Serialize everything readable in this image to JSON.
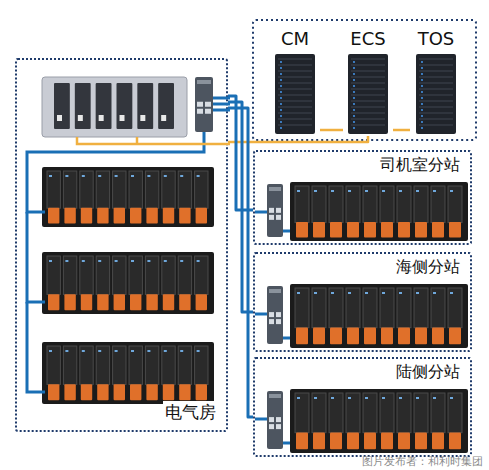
{
  "diagram": {
    "nodes": [
      {
        "text": [
          "CM"
        ]
      },
      {
        "text": [
          "ECS"
        ]
      },
      {
        "text": [
          "TOS"
        ]
      },
      {
        "text": [
          "电气房"
        ]
      },
      {
        "text": [
          "司机室分站"
        ]
      },
      {
        "text": [
          "海侧分站"
        ]
      },
      {
        "text": [
          "陆侧分站"
        ]
      }
    ],
    "edges": [
      {
        "from": 0,
        "to": 1,
        "arrow": "none"
      },
      {
        "from": 1,
        "to": 2,
        "arrow": "none"
      },
      {
        "from": 3,
        "to": 1,
        "arrow": "none"
      },
      {
        "from": 3,
        "to": 4,
        "arrow": "none"
      },
      {
        "from": 3,
        "to": 5,
        "arrow": "none"
      },
      {
        "from": 3,
        "to": 6,
        "arrow": "none"
      }
    ],
    "labels": [
      "图片发布者：和利时集团"
    ]
  }
}
